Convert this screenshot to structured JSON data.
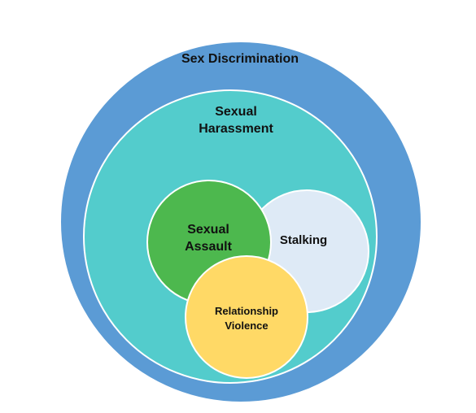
{
  "diagram": {
    "colors": {
      "sex_discrimination": "#5B9BD5",
      "sexual_harassment": "#53CCCC",
      "stalking": "#DEEAF6",
      "sexual_assault": "#4DB84E",
      "relationship_violence": "#FFD966",
      "outline": "#FFFFFF"
    },
    "sex_discrimination": {
      "label": "Sex Discrimination"
    },
    "sexual_harassment": {
      "label_line1": "Sexual",
      "label_line2": "Harassment"
    },
    "stalking": {
      "label": "Stalking"
    },
    "sexual_assault": {
      "label_line1": "Sexual",
      "label_line2": "Assault"
    },
    "relationship_violence": {
      "label_line1": "Relationship",
      "label_line2": "Violence"
    }
  }
}
